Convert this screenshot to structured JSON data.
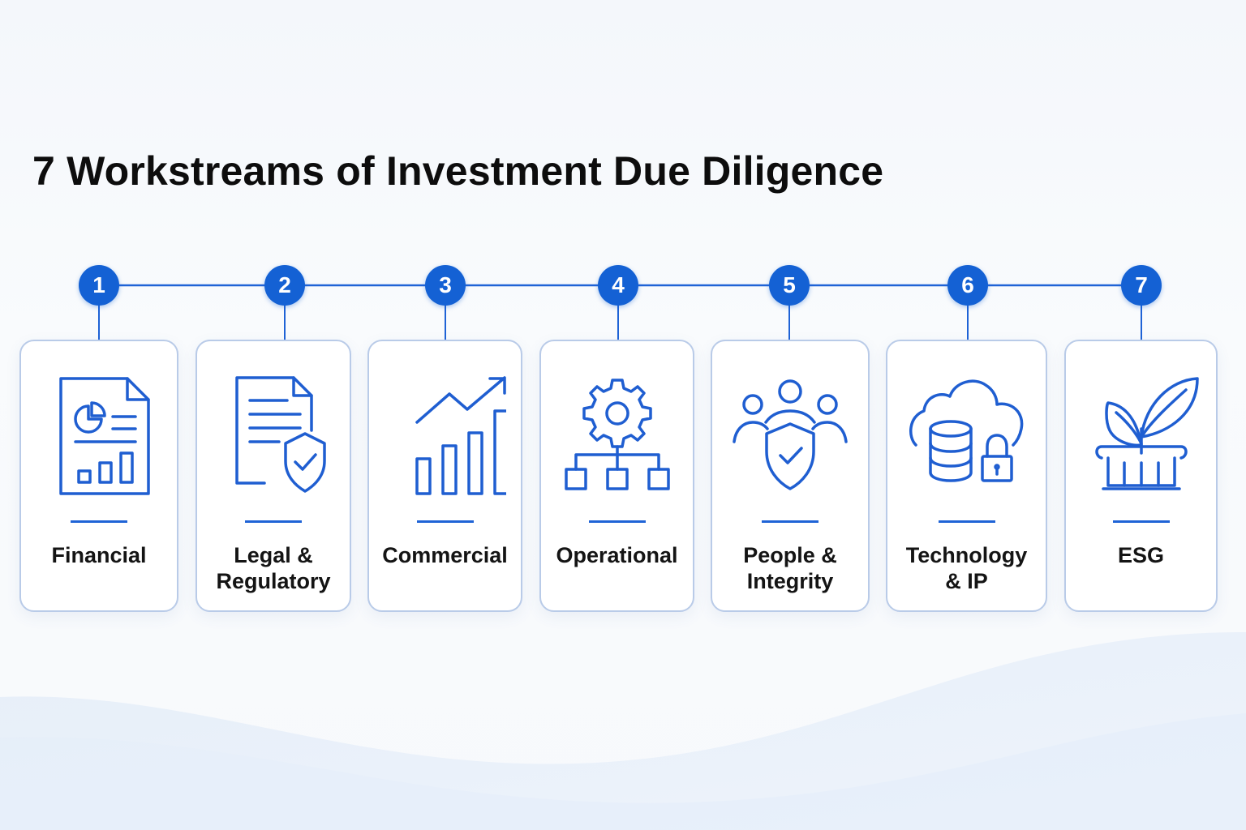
{
  "title": "7 Workstreams of Investment Due Diligence",
  "colors": {
    "accent": "#1461d4",
    "icon_stroke": "#1f5ed1",
    "card_border": "#b9cbe8",
    "title_text": "#0d0d0d"
  },
  "steps": [
    {
      "number": "1",
      "label_line1": "Financial",
      "label_line2": "",
      "icon": "financial-report-icon"
    },
    {
      "number": "2",
      "label_line1": "Legal &",
      "label_line2": "Regulatory",
      "icon": "legal-document-shield-icon"
    },
    {
      "number": "3",
      "label_line1": "Commercial",
      "label_line2": "",
      "icon": "growth-chart-icon"
    },
    {
      "number": "4",
      "label_line1": "Operational",
      "label_line2": "",
      "icon": "gear-process-icon"
    },
    {
      "number": "5",
      "label_line1": "People &",
      "label_line2": "Integrity",
      "icon": "people-shield-icon"
    },
    {
      "number": "6",
      "label_line1": "Technology",
      "label_line2": "& IP",
      "icon": "cloud-database-lock-icon"
    },
    {
      "number": "7",
      "label_line1": "ESG",
      "label_line2": "",
      "icon": "plant-pillar-icon"
    }
  ]
}
